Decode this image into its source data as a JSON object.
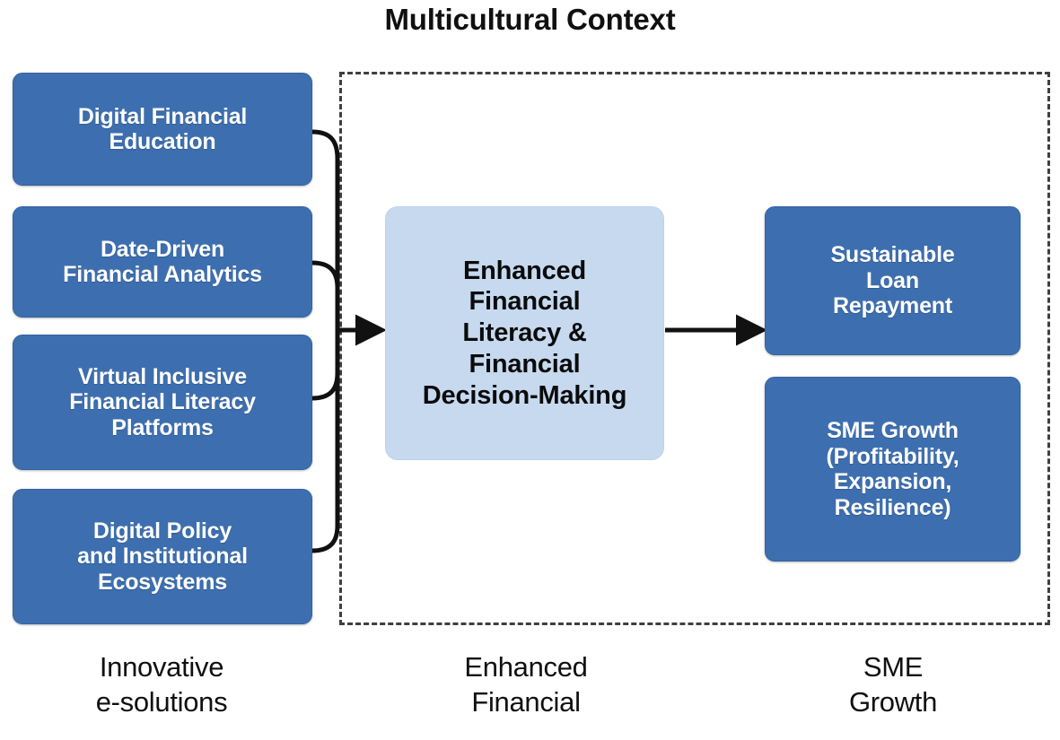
{
  "title": "Multicultural Context",
  "colors": {
    "node_blue": "#3d6fb0",
    "node_blue_text": "#ffffff",
    "node_light_blue": "#c6d9ef",
    "node_light_blue_text": "#0b0b0b",
    "frame_dashed": "#3f3f3f",
    "connector": "#111111",
    "background": "#ffffff"
  },
  "inputs": {
    "caption": "Innovative\ne-solutions",
    "nodes": [
      {
        "label": "Digital Financial\nEducation"
      },
      {
        "label": "Date-Driven\nFinancial Analytics"
      },
      {
        "label": "Virtual Inclusive\nFinancial Literacy\nPlatforms"
      },
      {
        "label": "Digital Policy\nand Institutional\nEcosystems"
      }
    ]
  },
  "mediator": {
    "caption": "Enhanced\nFinancial",
    "node": {
      "label": "Enhanced\nFinancial\nLiteracy &\nFinancial\nDecision-Making"
    }
  },
  "outcomes": {
    "caption": "SME\nGrowth",
    "nodes": [
      {
        "label": "Sustainable\nLoan\nRepayment"
      },
      {
        "label": "SME Growth\n(Profitability,\nExpansion,\nResilience)"
      }
    ]
  },
  "connectors": {
    "inputs_to_mediator_arrow": "arrow-right",
    "mediator_to_outcomes_arrow": "arrow-right",
    "bracket": "curved-merge-bracket"
  }
}
